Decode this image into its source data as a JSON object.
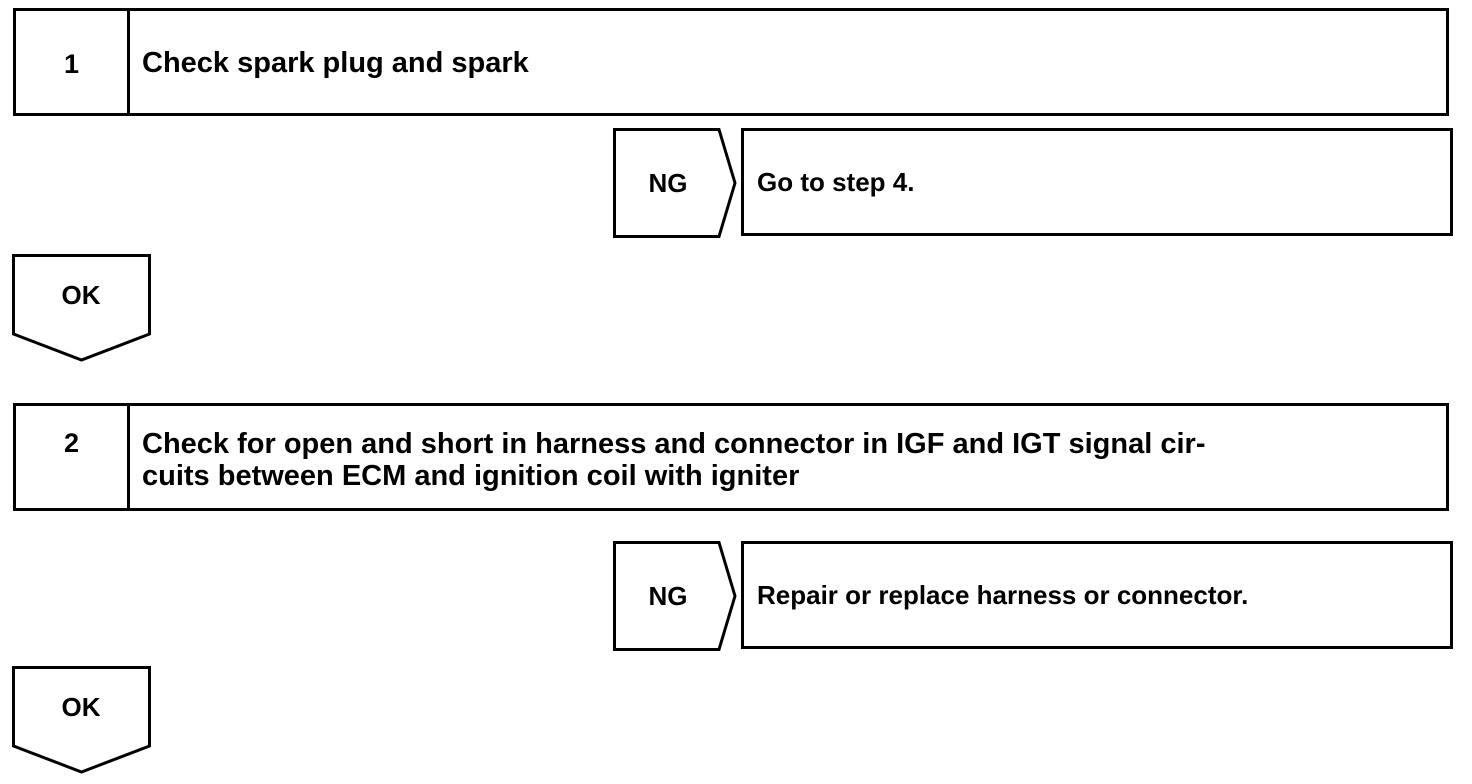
{
  "steps": [
    {
      "number": "1",
      "title": "Check spark plug and spark",
      "ng_label": "NG",
      "ng_action": "Go to step 4.",
      "ok_label": "OK"
    },
    {
      "number": "2",
      "title_line1": "Check for open and short in harness and connector in IGF and IGT signal cir-",
      "title_line2": "cuits between ECM and ignition coil with igniter",
      "ng_label": "NG",
      "ng_action": "Repair or replace harness or connector.",
      "ok_label": "OK"
    }
  ]
}
